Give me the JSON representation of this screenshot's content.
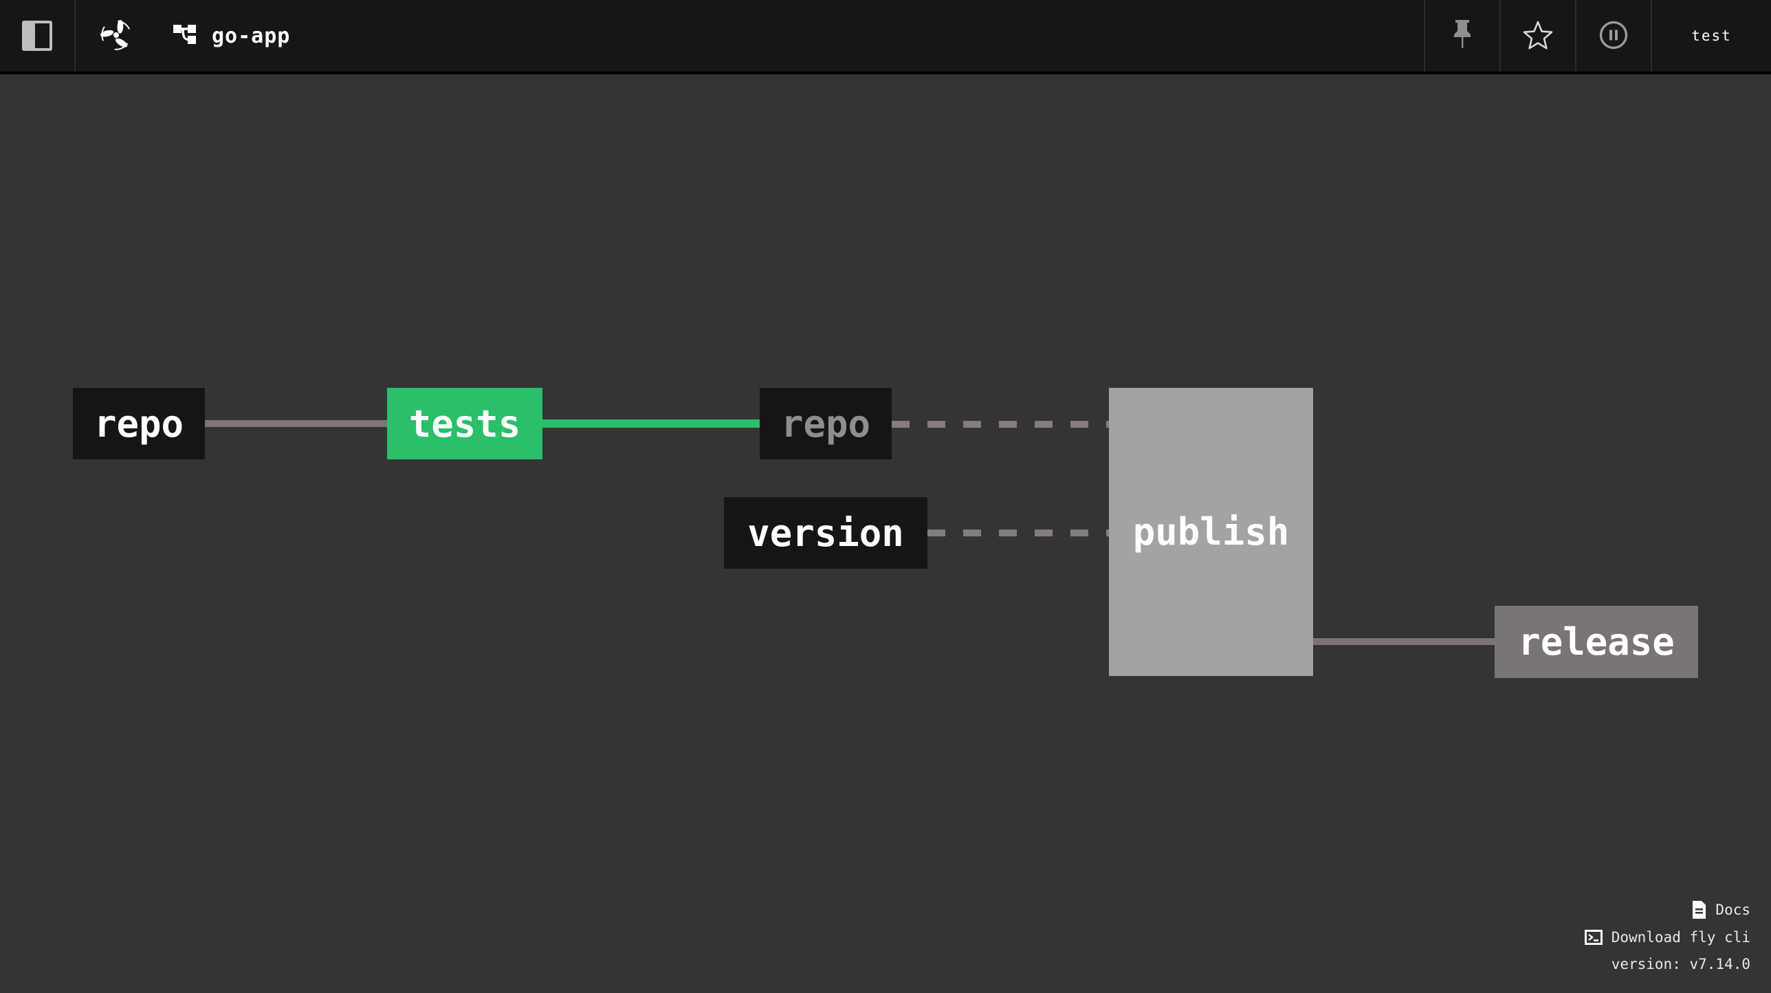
{
  "topbar": {
    "pipeline_name": "go-app",
    "user_label": "test",
    "icons": {
      "sidebar_toggle": "sidebar-panel-icon",
      "logo": "concourse-propeller-logo",
      "breadcrumb_pipeline": "pipeline-graph-icon",
      "pin": "pin-icon",
      "favorite": "star-icon",
      "pause": "pause-circle-icon"
    }
  },
  "pipeline": {
    "nodes": {
      "repo_input": {
        "label": "repo",
        "kind": "resource"
      },
      "tests": {
        "label": "tests",
        "kind": "job-succeeded"
      },
      "repo_passed": {
        "label": "repo",
        "kind": "resource-dimmed"
      },
      "version": {
        "label": "version",
        "kind": "resource"
      },
      "publish": {
        "label": "publish",
        "kind": "job-pending"
      },
      "release": {
        "label": "release",
        "kind": "resource-output"
      }
    },
    "edges": [
      {
        "from": "repo_input",
        "to": "tests",
        "style": "solid-gray"
      },
      {
        "from": "tests",
        "to": "repo_passed",
        "style": "solid-green"
      },
      {
        "from": "repo_passed",
        "to": "publish",
        "style": "dashed-gray"
      },
      {
        "from": "version",
        "to": "publish",
        "style": "dashed-gray"
      },
      {
        "from": "publish",
        "to": "release",
        "style": "solid-gray"
      }
    ]
  },
  "footer": {
    "docs_label": "Docs",
    "download_label": "Download fly cli",
    "version_label": "version: v7.14.0",
    "icons": {
      "docs": "document-icon",
      "download": "terminal-icon"
    }
  },
  "colors": {
    "topbar-bg": "#161616",
    "main-bg": "#343434",
    "node-dark": "#151515",
    "green": "#2bbf6a",
    "edge-solid": "#7d7676",
    "edge-dashed": "#857d7d",
    "publish-bg": "#a3a3a3",
    "release-bg": "#7b7474",
    "dim-text": "#8e8e8e",
    "footer-text": "#e9e9e9"
  }
}
